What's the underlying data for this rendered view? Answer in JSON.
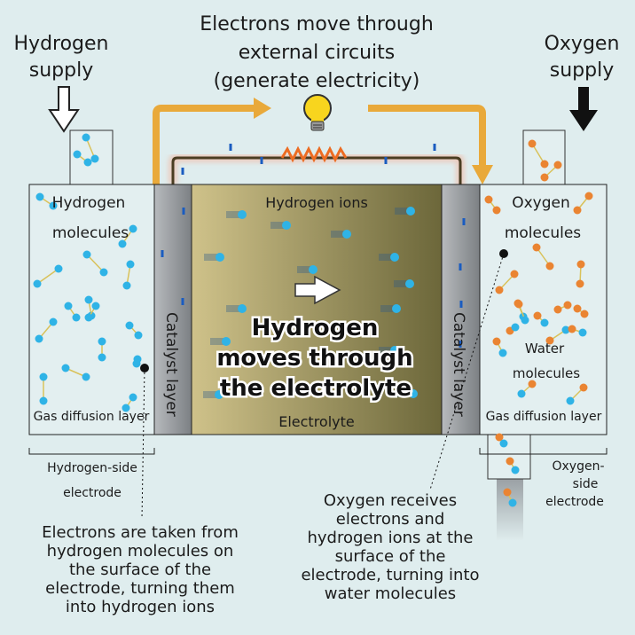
{
  "title": [
    "Electrons move through",
    "external circuits",
    "(generate electricity)"
  ],
  "hydrogen_supply": [
    "Hydrogen",
    "supply"
  ],
  "oxygen_supply": [
    "Oxygen",
    "supply"
  ],
  "left_box": {
    "molecules": [
      "Hydrogen",
      "molecules"
    ],
    "layer": "Gas diffusion layer"
  },
  "right_box": {
    "molecules": [
      "Oxygen",
      "molecules"
    ],
    "water": [
      "Water",
      "molecules"
    ],
    "layer": "Gas diffusion layer"
  },
  "catalyst_left": "Catalyst layer",
  "catalyst_right": "Catalyst layer",
  "electrolyte": {
    "ions": "Hydrogen ions",
    "label": "Electrolyte",
    "main": [
      "Hydrogen",
      "moves through",
      "the electrolyte"
    ]
  },
  "hydrogen_electrode": [
    "Hydrogen-side",
    "electrode"
  ],
  "oxygen_electrode": [
    "Oxygen-",
    "side",
    "electrode"
  ],
  "note_left": [
    "Electrons are taken from",
    "hydrogen molecules on",
    "the surface of the",
    "electrode, turning them",
    "into hydrogen ions"
  ],
  "note_right": [
    "Oxygen receives",
    "electrons and",
    "hydrogen ions at the",
    "surface of the",
    "electrode, turning into",
    "water molecules"
  ],
  "colors": {
    "background": "#dfedee",
    "arrow": "#e9a93a",
    "hydrogen": "#2fb3e6",
    "oxygen": "#ea8432",
    "wire": "#4a3d22"
  }
}
